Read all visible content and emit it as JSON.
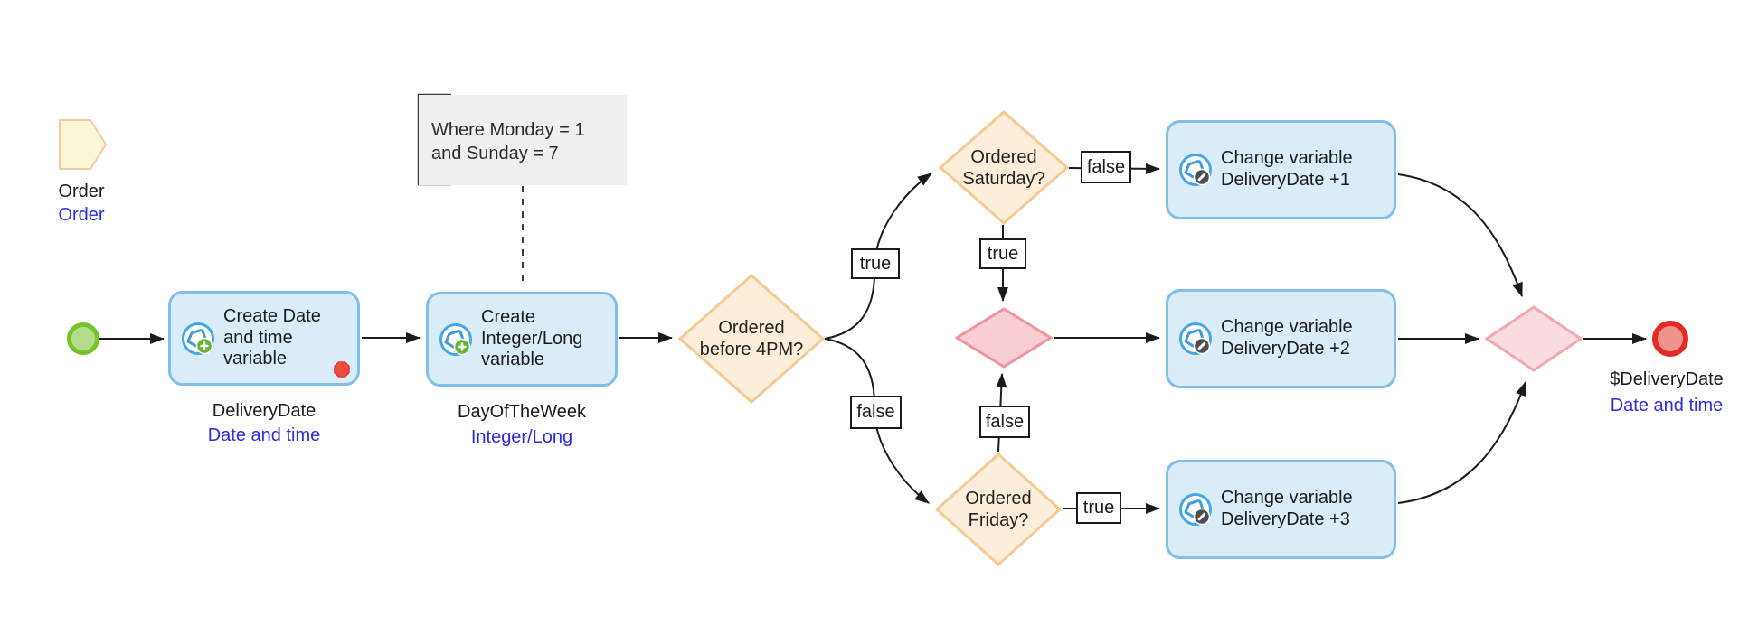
{
  "order_shape": {
    "label": "Order",
    "type_label": "Order"
  },
  "annotation": {
    "line1": "Where Monday = 1",
    "line2": "and Sunday = 7"
  },
  "tasks": [
    {
      "label": "Create Date and time variable",
      "var_name": "DeliveryDate",
      "var_type": "Date and time",
      "icon": "create-variable-icon",
      "has_breakpoint": true
    },
    {
      "label": "Create Integer/Long variable",
      "var_name": "DayOfTheWeek",
      "var_type": "Integer/Long",
      "icon": "create-variable-icon",
      "has_breakpoint": false
    },
    {
      "label": "Change variable DeliveryDate +1",
      "icon": "change-variable-icon"
    },
    {
      "label": "Change variable DeliveryDate +2",
      "icon": "change-variable-icon"
    },
    {
      "label": "Change variable DeliveryDate +3",
      "icon": "change-variable-icon"
    }
  ],
  "gateways": [
    {
      "label": "Ordered before 4PM?",
      "kind": "decision"
    },
    {
      "label": "Ordered Saturday?",
      "kind": "decision"
    },
    {
      "label": "Ordered Friday?",
      "kind": "decision"
    },
    {
      "label": "",
      "kind": "merge"
    },
    {
      "label": "",
      "kind": "merge-final"
    }
  ],
  "edge_labels": {
    "before4pm_true": "true",
    "before4pm_false": "false",
    "saturday_false": "false",
    "saturday_true": "true",
    "friday_false": "false",
    "friday_true": "true"
  },
  "end_event": {
    "var_name": "$DeliveryDate",
    "var_type": "Date and time"
  },
  "colors": {
    "task_fill": "#DAECF8",
    "task_border": "#7EC0E9",
    "decision_fill": "#FCEEDB",
    "decision_border": "#F4C992",
    "merge_fill": "#F8CED4",
    "merge_border": "#F0959D",
    "final_merge_fill": "#FADBE0",
    "final_merge_border": "#F5A7B0",
    "start_fill": "#B4DD8B",
    "start_border": "#76C327",
    "end_fill": "#F0938C",
    "end_border": "#E32A26",
    "annotation_fill": "#EFEFEF",
    "type_text_blue": "#2B2BE8",
    "edge_color": "#1b1b1b"
  }
}
